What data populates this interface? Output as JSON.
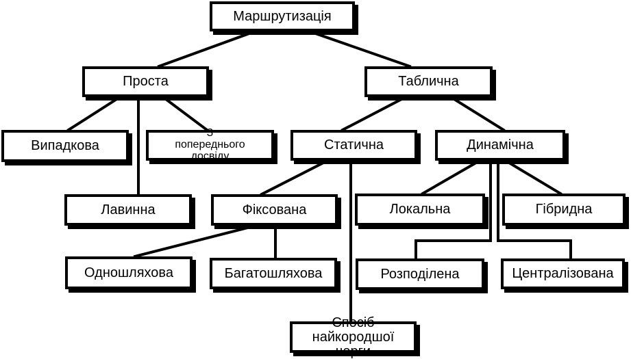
{
  "nodes": {
    "root": "Маршрутизація",
    "simple": "Проста",
    "table": "Таблична",
    "random": "Випадкова",
    "past": "З попереднього досвіду",
    "avalanche": "Лавинна",
    "static": "Статична",
    "dynamic": "Динамічна",
    "fixed": "Фіксована",
    "local": "Локальна",
    "hybrid": "Гібридна",
    "single_path": "Одношляхова",
    "multi_path": "Багатошляхова",
    "distributed": "Розподілена",
    "centralized": "Централізована",
    "shortest_queue": "Спосіб найкородшої черги"
  },
  "edges": [
    [
      "root",
      "simple"
    ],
    [
      "root",
      "table"
    ],
    [
      "simple",
      "random"
    ],
    [
      "simple",
      "past"
    ],
    [
      "simple",
      "avalanche"
    ],
    [
      "table",
      "static"
    ],
    [
      "table",
      "dynamic"
    ],
    [
      "static",
      "fixed"
    ],
    [
      "static",
      "shortest_queue"
    ],
    [
      "fixed",
      "single_path"
    ],
    [
      "fixed",
      "multi_path"
    ],
    [
      "dynamic",
      "local"
    ],
    [
      "dynamic",
      "hybrid"
    ],
    [
      "dynamic",
      "distributed"
    ],
    [
      "dynamic",
      "centralized"
    ]
  ],
  "colors": {
    "line": "#000000",
    "box_fill": "#ffffff",
    "text": "#000000"
  }
}
